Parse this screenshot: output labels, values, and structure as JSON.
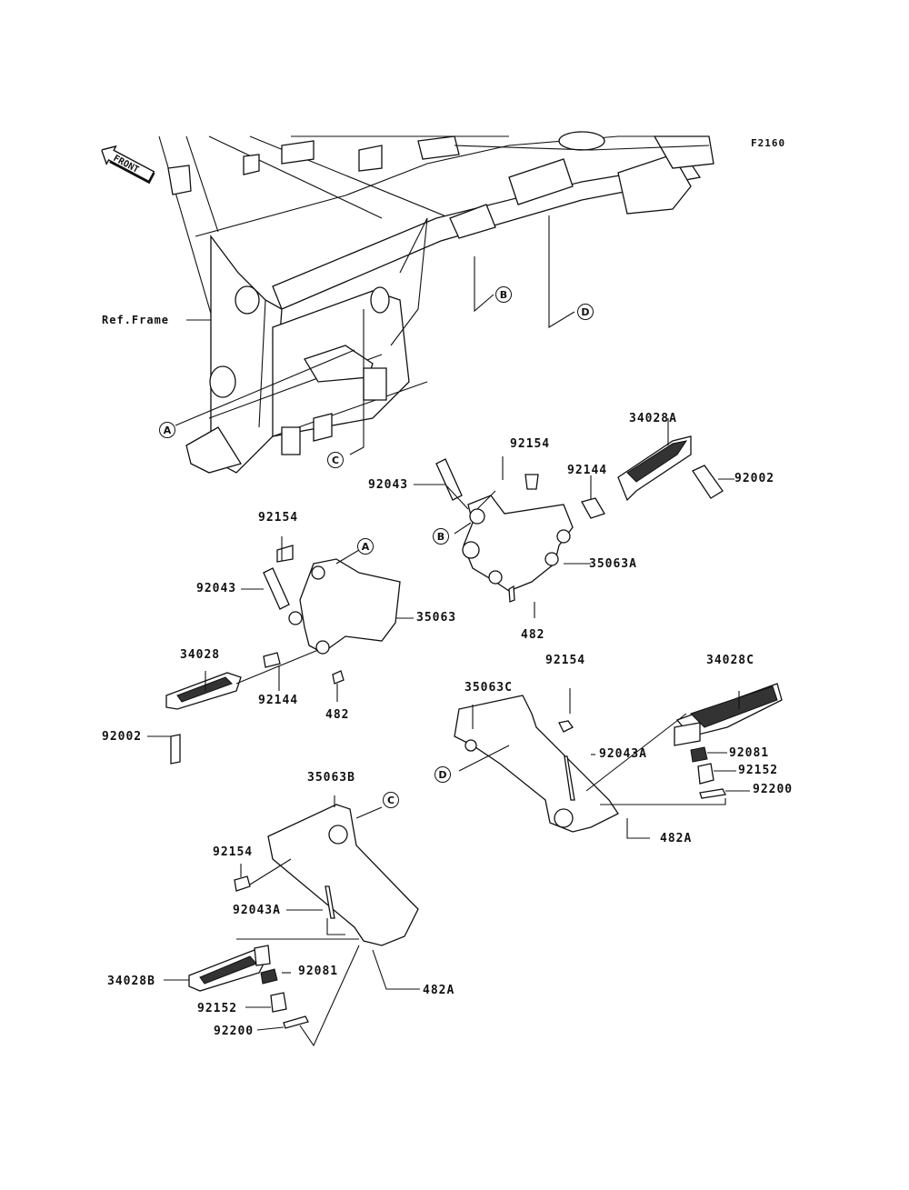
{
  "diagram": {
    "figure_code": "F2160",
    "front_indicator": "FRONT",
    "ref_label": "Ref.Frame",
    "callouts": [
      "A",
      "B",
      "C",
      "D"
    ],
    "groups": {
      "front_right": {
        "parts": [
          "34028A",
          "92002",
          "92144",
          "92154",
          "92043",
          "35063A",
          "482"
        ],
        "callout": "B"
      },
      "front_left": {
        "parts": [
          "92154",
          "92043",
          "35063",
          "34028",
          "92144",
          "482",
          "92002"
        ],
        "callout": "A"
      },
      "rear_right": {
        "parts": [
          "92154",
          "35063C",
          "34028C",
          "92043A",
          "92081",
          "92152",
          "92200",
          "482A"
        ],
        "callout": "D"
      },
      "rear_left": {
        "parts": [
          "35063B",
          "92154",
          "92043A",
          "34028B",
          "92081",
          "92152",
          "92200",
          "482A"
        ],
        "callout": "C"
      }
    },
    "labels": {
      "fr_34028A": "34028A",
      "fr_92154": "92154",
      "fr_92144": "92144",
      "fr_92043": "92043",
      "fr_92002": "92002",
      "fr_35063A": "35063A",
      "fr_482": "482",
      "fl_92154": "92154",
      "fl_92043": "92043",
      "fl_35063": "35063",
      "fl_34028": "34028",
      "fl_92144": "92144",
      "fl_482": "482",
      "fl_92002": "92002",
      "rr_92154": "92154",
      "rr_35063C": "35063C",
      "rr_34028C": "34028C",
      "rr_92043A": "92043A",
      "rr_92081": "92081",
      "rr_92152": "92152",
      "rr_92200": "92200",
      "rr_482A": "482A",
      "rl_35063B": "35063B",
      "rl_92154": "92154",
      "rl_92043A": "92043A",
      "rl_34028B": "34028B",
      "rl_92081": "92081",
      "rl_92152": "92152",
      "rl_92200": "92200",
      "rl_482A": "482A"
    }
  }
}
